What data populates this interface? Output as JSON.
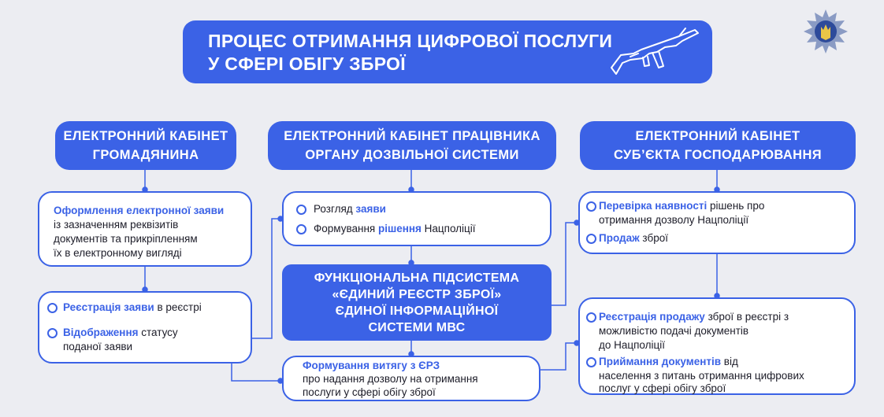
{
  "title": {
    "line1": "ПРОЦЕС ОТРИМАННЯ ЦИФРОВОЇ ПОСЛУГИ",
    "line2": "У СФЕРІ ОБІГУ ЗБРОЇ"
  },
  "icons": {
    "title_icon": "rifle-icon",
    "corner_icon": "police-emblem-icon"
  },
  "colors": {
    "accent": "#3b62e6",
    "background": "#ecedf2"
  },
  "columns": [
    {
      "line1": "ЕЛЕКТРОННИЙ КАБІНЕТ",
      "line2": "ГРОМАДЯНИНА"
    },
    {
      "line1": "ЕЛЕКТРОННИЙ КАБІНЕТ ПРАЦІВНИКА",
      "line2": "ОРГАНУ ДОЗВІЛЬНОЇ СИСТЕМИ"
    },
    {
      "line1": "ЕЛЕКТРОННИЙ КАБІНЕТ",
      "line2": "СУБ’ЄКТА ГОСПОДАРЮВАННЯ"
    }
  ],
  "citizen": {
    "application": {
      "highlight": "Оформлення електронної заяви",
      "lines": [
        "із зазначенням реквізитів",
        "документів та прикріпленням",
        "їх в електронному вигляді"
      ]
    },
    "registration": {
      "highlight": "Реєстрація заяви",
      "rest": " в реєстрі"
    },
    "display": {
      "highlight": "Відображення",
      "rest": " статусу",
      "line2": "поданої заяви"
    }
  },
  "officer": {
    "review": {
      "text": "Розгляд ",
      "highlight": "заяви"
    },
    "decision": {
      "text": "Формування ",
      "highlight": "рішення",
      "rest": " Нацполіції"
    },
    "subsystem": {
      "line1": "ФУНКЦІОНАЛЬНА ПІДСИСТЕМА",
      "line2": "«ЄДИНИЙ РЕЄСТР ЗБРОЇ»",
      "line3": "ЄДИНОЇ ІНФОРМАЦІЙНОЇ",
      "line4": "СИСТЕМИ МВС"
    },
    "extract": {
      "highlight": "Формування витягу з ЄРЗ",
      "lines": [
        "про надання дозволу на отримання",
        "послуги у сфері обігу зброї"
      ]
    }
  },
  "business": {
    "check": {
      "highlight": "Перевірка наявності",
      "rest": " рішень про",
      "line2": "отримання дозволу Нацполіції"
    },
    "sale": {
      "highlight": "Продаж",
      "rest": " зброї"
    },
    "sale_registration": {
      "highlight": "Реєстрація продажу",
      "rest": " зброї в реєстрі з",
      "lines": [
        "можливістю подачі документів",
        "до Нацполіції"
      ]
    },
    "docs": {
      "highlight": "Приймання документів",
      "rest": " від",
      "lines": [
        "населення з питань отримання цифрових",
        "послуг у сфері обігу зброї"
      ]
    }
  }
}
